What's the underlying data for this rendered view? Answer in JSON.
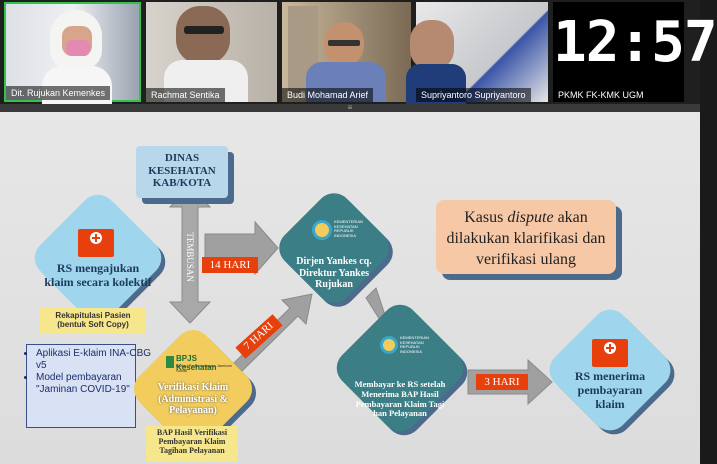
{
  "participants": [
    {
      "name": "Dit. Rujukan Kemenkes"
    },
    {
      "name": "Rachmat Sentika"
    },
    {
      "name": "Budi Mohamad Arief"
    },
    {
      "name": "Supriyantoro Supriyantoro"
    },
    {
      "name": "PKMK FK-KMK UGM",
      "clock": "12:57"
    }
  ],
  "slide": {
    "dinas": "DINAS KESEHATAN KAB/KOTA",
    "tembusan": "TEMBUSAN",
    "rs_left": "RS mengajukan klaim secara kolektif",
    "rekap": "Rekapitulasi Pasien (bentuk Soft Copy)",
    "aplikasi": [
      "Aplikasi E-klaim INA-CBG v5",
      "Model pembayaran \"Jaminan COVID-19\""
    ],
    "days14": "14 HARI",
    "days7": "7 HARI",
    "days3": "3 HARI",
    "dirjen": "Dirjen Yankes cq. Direktur Yankes Rujukan",
    "kemenkes_logo": "KEMENTERIAN KESEHATAN REPUBLIK INDONESIA",
    "bpjs_logo": "BPJS Kesehatan",
    "bpjs_sub": "Badan Penyelenggara Jaminan Sosial",
    "verifikasi": "Verifikasi Klaim (Administrasi & Pelayanan)",
    "bap_verif": "BAP Hasil Verifikasi Pembayaran Klaim Tagihan Pelayanan",
    "membayar": "Membayar ke RS setelah Menerima BAP Hasil Pembayaran Klaim Tagi han Pelayanan",
    "rs_right": "RS menerima pembayaran klaim",
    "kasus_pre": "Kasus ",
    "kasus_em": "dispute",
    "kasus_post": " akan dilakukan klarifikasi dan verifikasi ulang",
    "colors": {
      "blue_diamond": "#9fd6ee",
      "teal": "#3b7e86",
      "gold": "#f2cc5c",
      "peach": "#f6c8a6",
      "orange": "#e8400c",
      "navy_box": "#d8e2f4"
    }
  }
}
